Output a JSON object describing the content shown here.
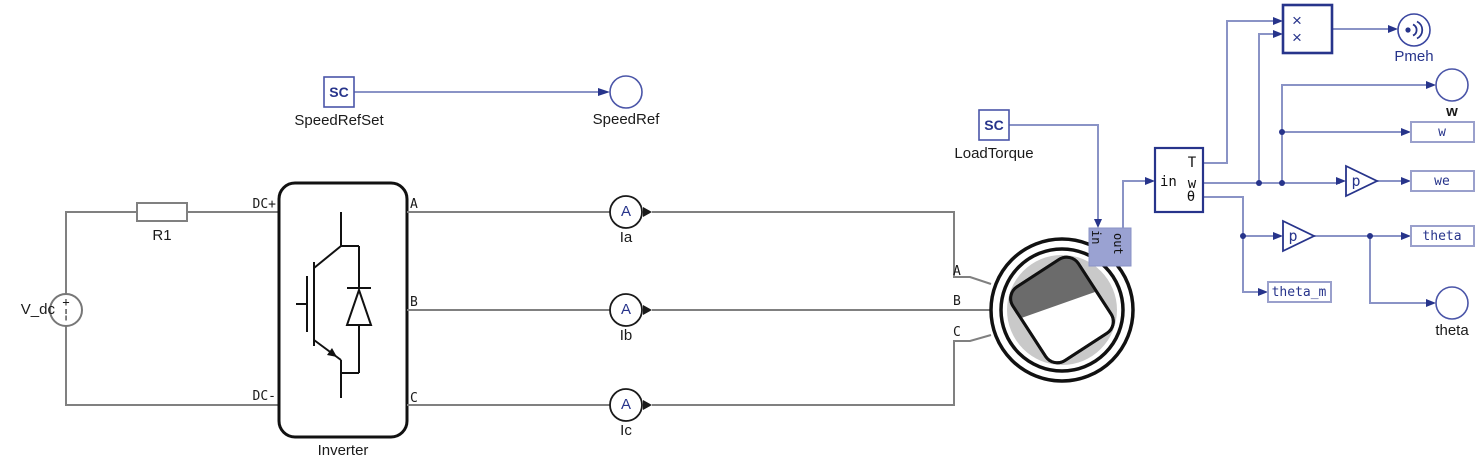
{
  "speed_ref_chain": {
    "sc": "SC",
    "source_label": "SpeedRefSet",
    "port_label": "SpeedRef"
  },
  "power": {
    "source_label": "V_dc",
    "plus": "+",
    "minus": "¦",
    "resistor_label": "R1"
  },
  "inverter": {
    "label": "Inverter",
    "dc_plus": "DC+",
    "dc_minus": "DC-",
    "out_a": "A",
    "out_b": "B",
    "out_c": "C"
  },
  "ammeters": {
    "symbol": "A",
    "labels": [
      "Ia",
      "Ib",
      "Ic"
    ]
  },
  "machine": {
    "port_a": "A",
    "port_b": "B",
    "port_c": "C",
    "mech_in": "in",
    "mech_out": "out"
  },
  "load_torque": {
    "sc": "SC",
    "label": "LoadTorque"
  },
  "mech_meter": {
    "in": "in",
    "t": "T",
    "w": "w",
    "theta": "θ"
  },
  "product": {
    "x1": "×",
    "x2": "×"
  },
  "probe": {
    "label": "Pmeh"
  },
  "gain1": {
    "label": "p"
  },
  "gain2": {
    "label": "p"
  },
  "outputs": {
    "w_circle_label": "w",
    "w_tag": "w",
    "we_tag": "we",
    "theta_tag": "theta",
    "theta_m_tag": "theta_m",
    "theta_circle_label": "theta"
  },
  "colors": {
    "power_wire": "#808080",
    "signal_wire": "#8a93c6",
    "navy": "#27348b",
    "mech_fill": "#9aa2d2",
    "stator_gray": "#c9c9c9",
    "rotor_dark": "#6b6b6b"
  }
}
